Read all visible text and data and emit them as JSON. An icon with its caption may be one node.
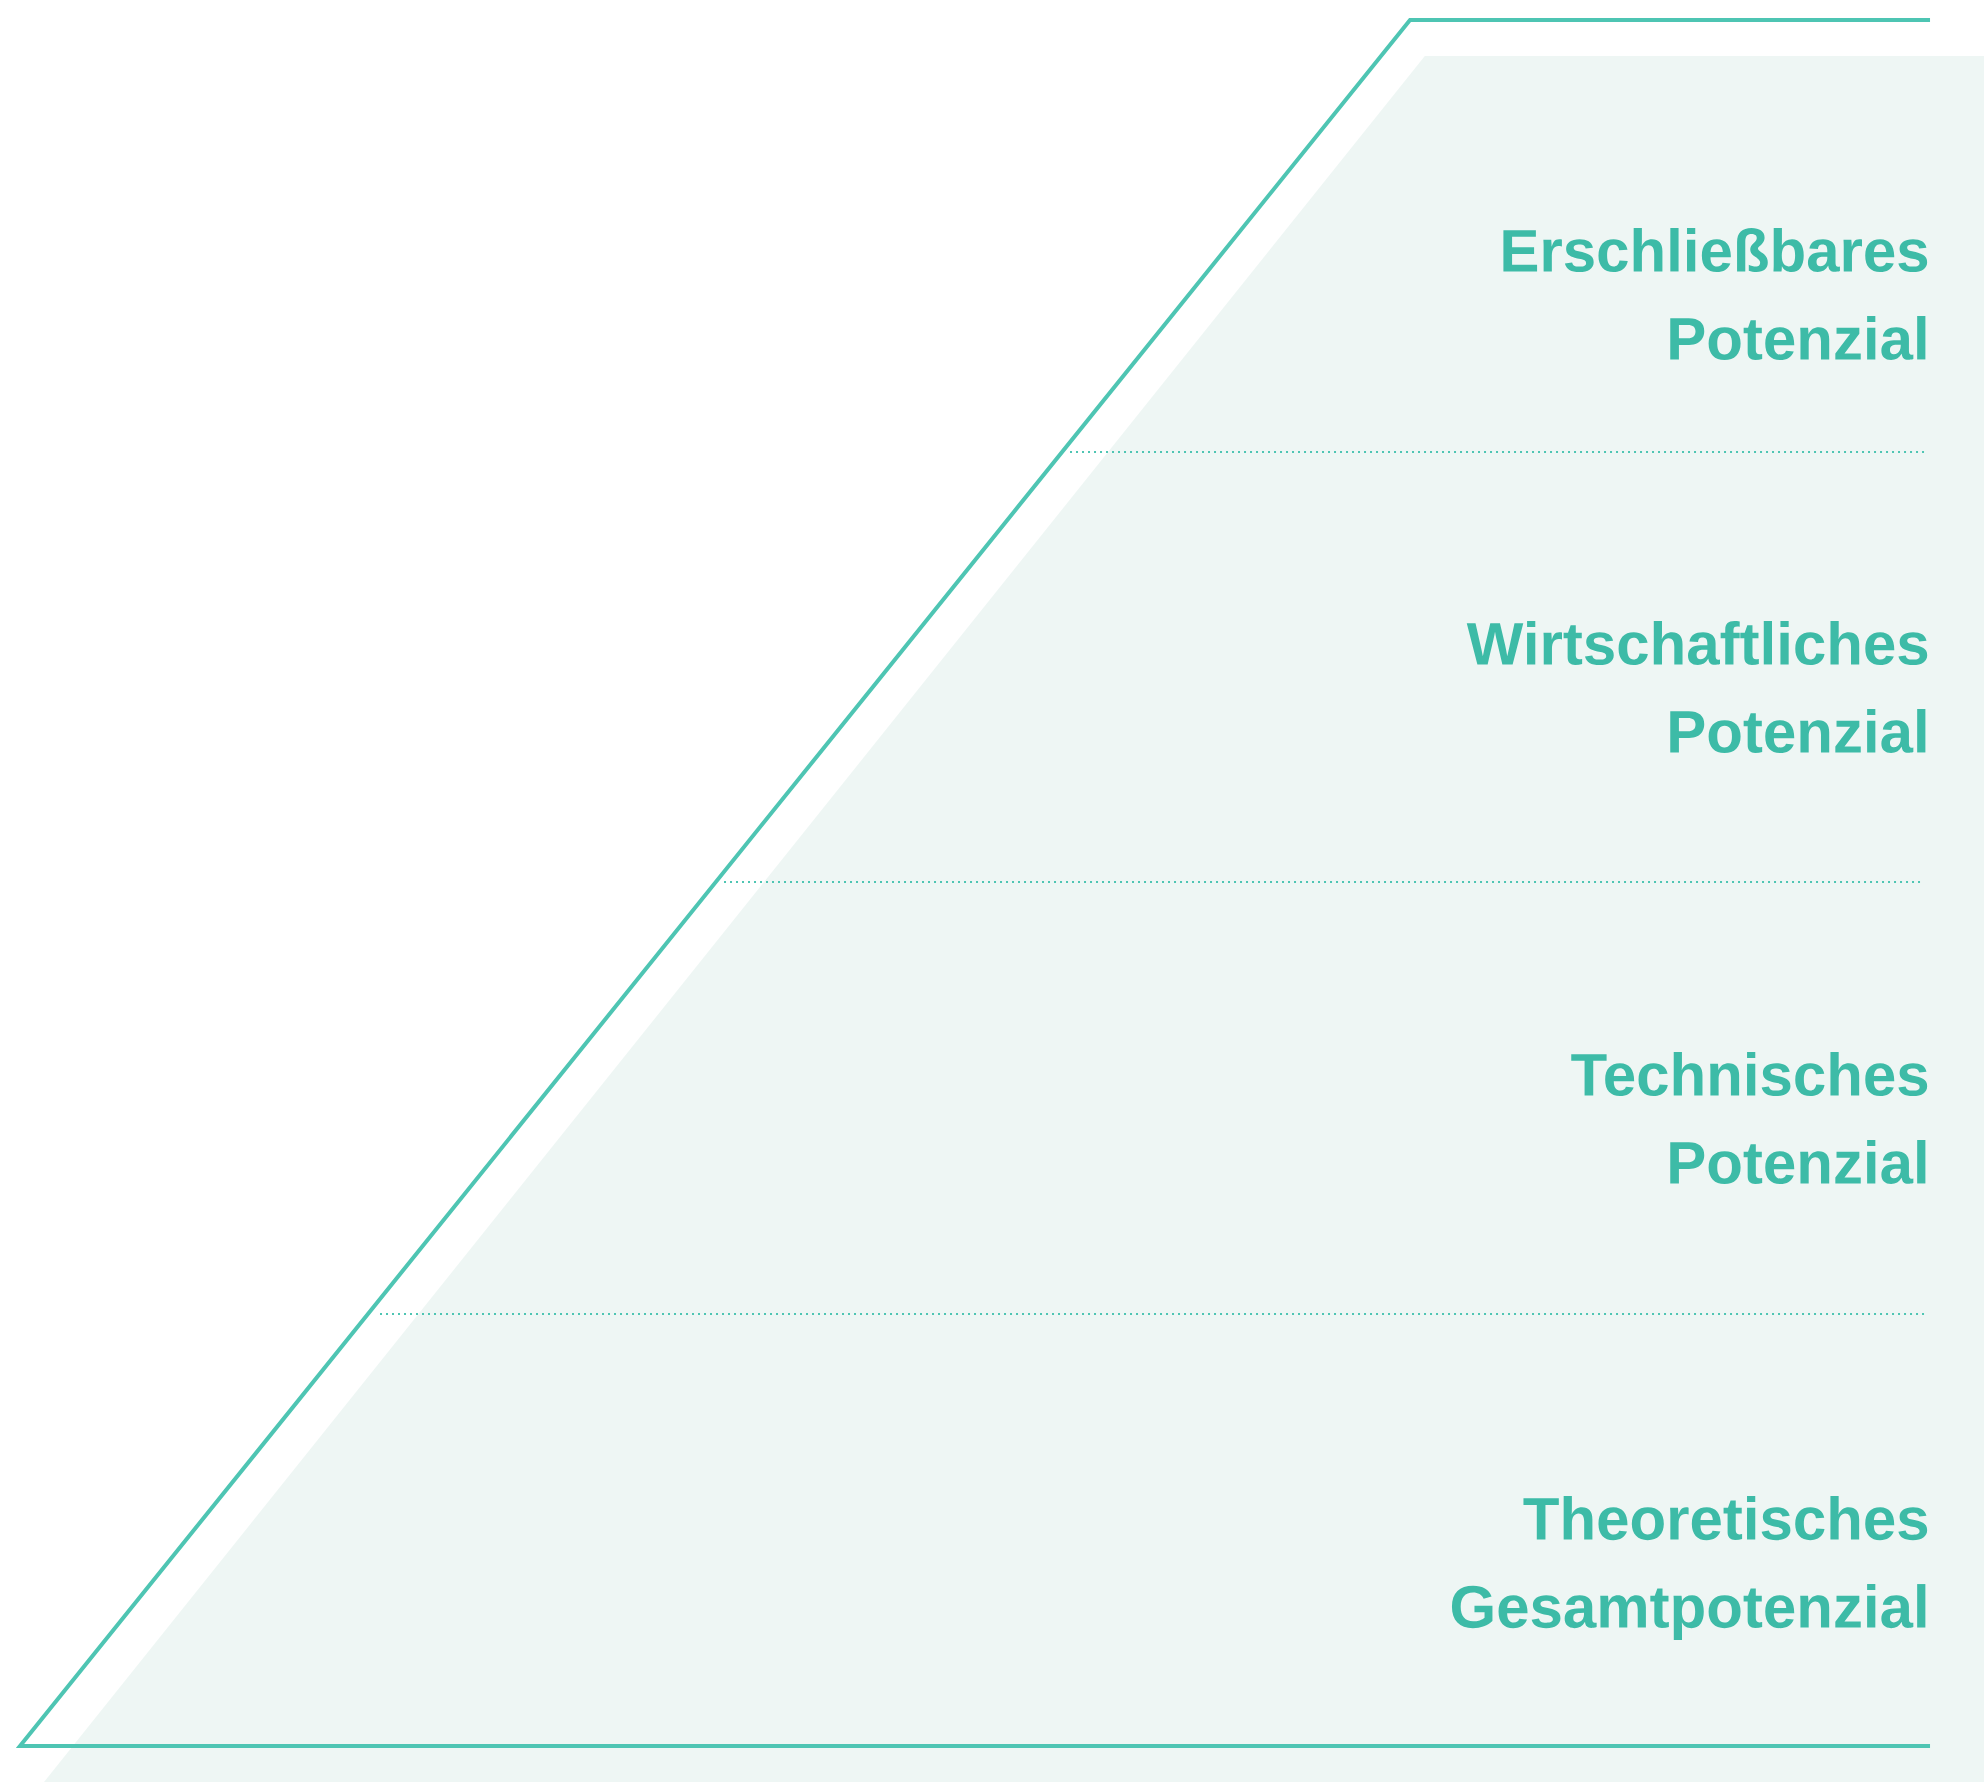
{
  "diagram": {
    "nodes": [
      {
        "text": [
          "Erschließbares Potenzial"
        ]
      },
      {
        "text": [
          "Wirtschaftliches Potenzial"
        ]
      },
      {
        "text": [
          "Technisches Potenzial"
        ]
      },
      {
        "text": [
          "Theoretisches Gesamtpotenzial"
        ]
      }
    ]
  }
}
